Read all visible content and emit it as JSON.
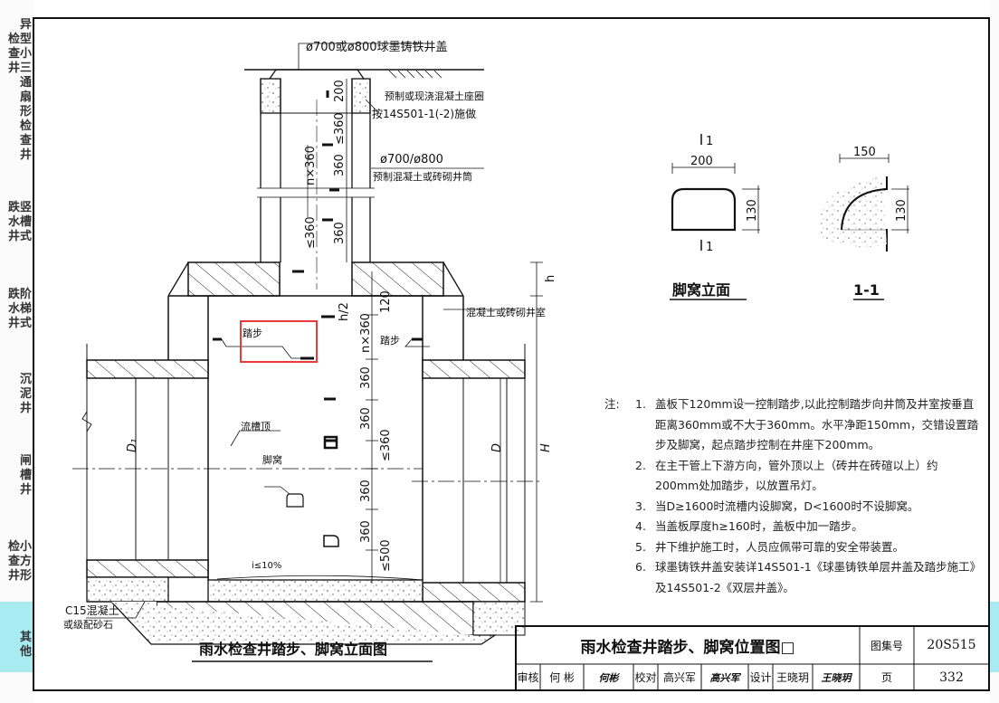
{
  "sidebar": {
    "groups": [
      {
        "lines": [
          "异",
          "检型",
          "查小",
          "井三",
          "通",
          "扇",
          "形",
          "检",
          "查",
          "井"
        ]
      },
      {
        "lines": [
          "跌竖",
          "水槽",
          "井式"
        ]
      },
      {
        "lines": [
          "跌阶",
          "水梯",
          "井式"
        ]
      },
      {
        "lines": [
          "沉",
          "泥",
          "井"
        ]
      },
      {
        "lines": [
          "闸",
          "槽",
          "井"
        ]
      },
      {
        "lines": [
          "检小",
          "查方",
          "井形"
        ]
      },
      {
        "lines": [
          "其",
          "他"
        ],
        "active": true
      }
    ],
    "active_color": "#a8ecf2"
  },
  "drawing": {
    "cover_label": "ø700或ø800球墨铸铁井盖",
    "seat_label_1": "预制或现浇混凝土座圈",
    "seat_label_2": "按14S501-1(-2)施做",
    "shaft_label_1": "ø700/ø800",
    "shaft_label_2": "预制混凝土或砖砌井筒",
    "chamber_label": "混凝土或砖砌井室",
    "step_label_left": "踏步",
    "step_label_right": "踏步",
    "channel_top_label": "流槽顶",
    "foothold_label": "脚窝",
    "slope_label": "i≤10%",
    "base_label_1": "C15混凝土",
    "base_label_2": "或级配砂石",
    "dims": {
      "d200": "200",
      "d360a": "≤360",
      "d360b": "360",
      "n360": "n×360",
      "d360c": "360",
      "d360d": "≤360",
      "h": "h",
      "h2": "h/2",
      "d120": "120",
      "n360b": "n×360",
      "d360e": "360",
      "d360f": "360",
      "d360g": "≤360",
      "d360h": "360",
      "d360i": "360",
      "d500": "≤500",
      "D1": "D₁",
      "D": "D",
      "H": "H"
    },
    "elevation_title": "雨水检查井踏步、脚窝立面图",
    "detail": {
      "section_mark_top": "1",
      "section_mark_bottom": "1",
      "width": "200",
      "height": "130",
      "title": "脚窝立面",
      "sec_width": "150",
      "sec_height": "130",
      "sec_title": "1-1"
    },
    "highlight_color": "#e83b3b"
  },
  "notes": {
    "label": "注:",
    "items": [
      {
        "num": "1.",
        "text": "盖板下120mm设一控制踏步,以此控制踏步向井筒及井室按垂直距离360mm或不大于360mm。水平净距150mm，交错设置踏步及脚窝，起点踏步控制在井座下200mm。"
      },
      {
        "num": "2.",
        "text": "在主干管上下游方向，管外顶以上（砖井在砖碹以上）约200mm处加踏步，以放置吊灯。"
      },
      {
        "num": "3.",
        "text": "当D≥1600时流槽内设脚窝，D<1600时不设脚窝。"
      },
      {
        "num": "4.",
        "text": "当盖板厚度h≥160时，盖板中加一踏步。"
      },
      {
        "num": "5.",
        "text": "井下维护施工时，人员应佩带可靠的安全带装置。"
      },
      {
        "num": "6.",
        "text": "球墨铸铁井盖安装详14S501-1《球墨铸铁单层井盖及踏步施工》及14S501-2《双层井盖》。"
      }
    ]
  },
  "title_block": {
    "title": "雨水检查井踏步、脚窝位置图□",
    "atlas_label": "图集号",
    "atlas_no": "20S515",
    "review_label": "审核",
    "reviewer": "何 彬",
    "reviewer_sig": "何彬",
    "check_label": "校对",
    "checker": "高兴军",
    "checker_sig": "高兴军",
    "design_label": "设计",
    "designer": "王晓玥",
    "designer_sig": "王晓玥",
    "page_label": "页",
    "page_no": "332"
  }
}
